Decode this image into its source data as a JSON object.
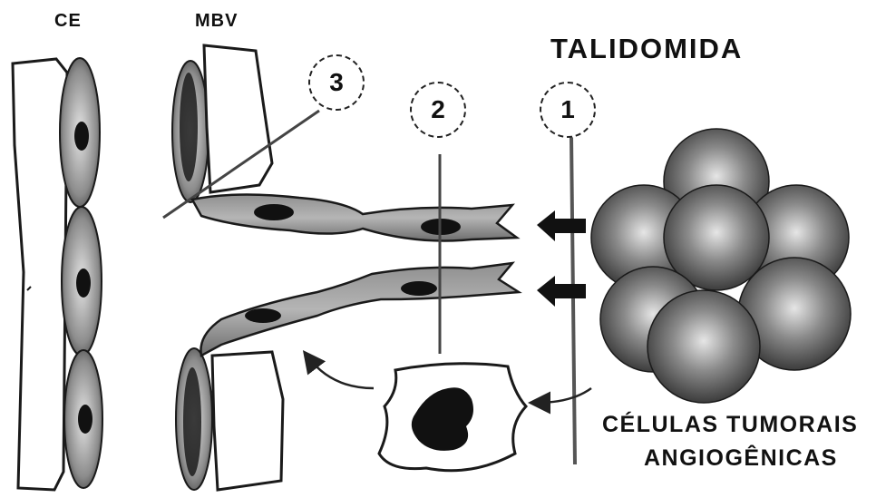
{
  "labels": {
    "ce": "CE",
    "mbv": "MBV",
    "title": "TALIDOMIDA",
    "tumor_line1": "CÉLULAS TUMORAIS",
    "tumor_line2": "ANGIOGÊNICAS"
  },
  "markers": {
    "site_1": "1",
    "site_2": "2",
    "site_3": "3"
  }
}
